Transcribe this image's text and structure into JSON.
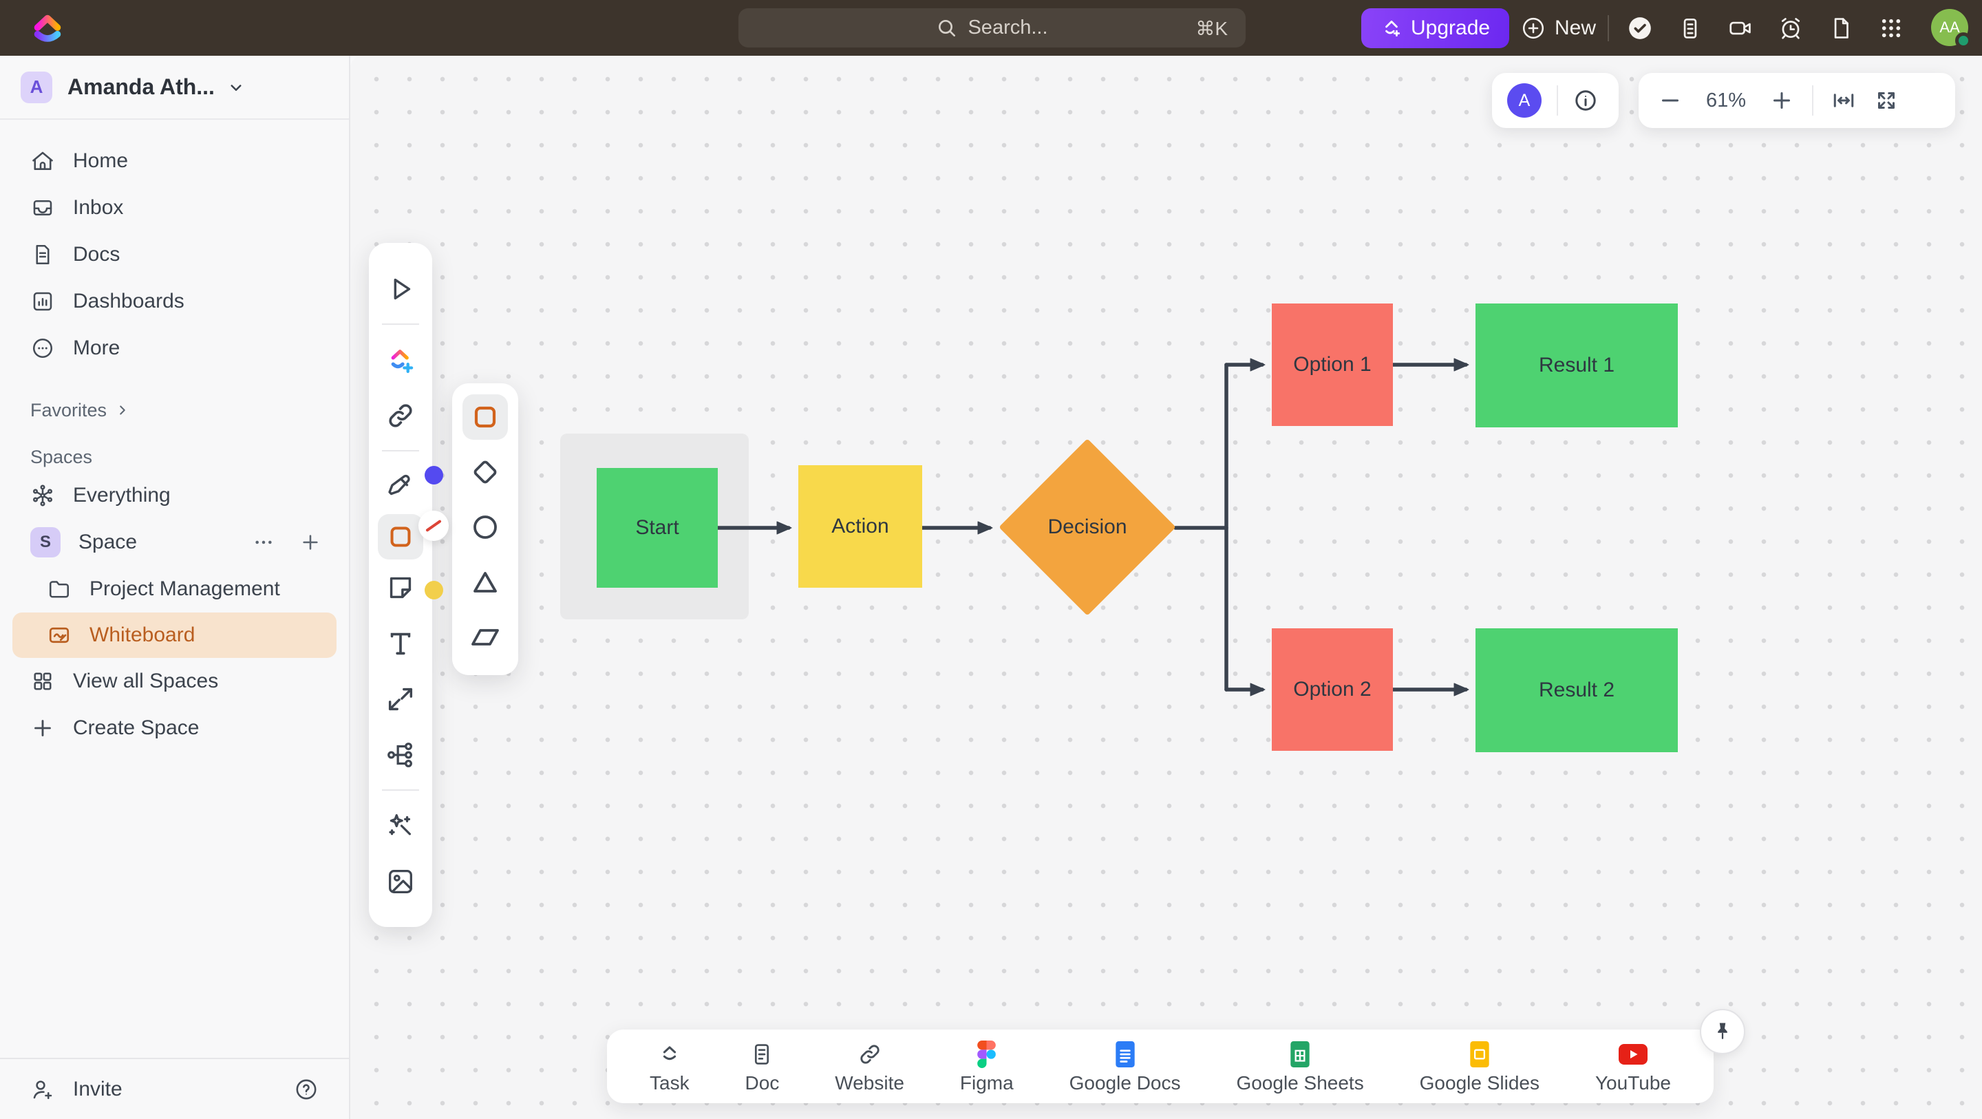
{
  "topbar": {
    "search": {
      "placeholder": "Search...",
      "shortcut": "⌘K"
    },
    "upgrade_label": "Upgrade",
    "new_label": "New",
    "avatar_initials": "AA"
  },
  "sidebar": {
    "workspace": {
      "initial": "A",
      "name": "Amanda Ath..."
    },
    "nav": [
      {
        "label": "Home"
      },
      {
        "label": "Inbox"
      },
      {
        "label": "Docs"
      },
      {
        "label": "Dashboards"
      },
      {
        "label": "More"
      }
    ],
    "favorites_label": "Favorites",
    "spaces_label": "Spaces",
    "everything_label": "Everything",
    "space": {
      "initial": "S",
      "name": "Space"
    },
    "space_children": [
      {
        "label": "Project Management",
        "active": false
      },
      {
        "label": "Whiteboard",
        "active": true
      }
    ],
    "view_all_label": "View all Spaces",
    "create_space_label": "Create Space",
    "invite_label": "Invite"
  },
  "canvas": {
    "zoom_level": "61%",
    "collaborator_initial": "A",
    "flowchart": {
      "nodes": [
        {
          "id": "start",
          "label": "Start",
          "shape": "rect",
          "color": "#4ed271"
        },
        {
          "id": "action",
          "label": "Action",
          "shape": "rect",
          "color": "#f8d94b"
        },
        {
          "id": "decision",
          "label": "Decision",
          "shape": "diamond",
          "color": "#f3a43e"
        },
        {
          "id": "option1",
          "label": "Option 1",
          "shape": "rect",
          "color": "#f87368"
        },
        {
          "id": "result1",
          "label": "Result 1",
          "shape": "rect",
          "color": "#4ed271"
        },
        {
          "id": "option2",
          "label": "Option 2",
          "shape": "rect",
          "color": "#f87368"
        },
        {
          "id": "result2",
          "label": "Result 2",
          "shape": "rect",
          "color": "#4ed271"
        }
      ],
      "edges": [
        [
          "start",
          "action"
        ],
        [
          "action",
          "decision"
        ],
        [
          "decision",
          "option1"
        ],
        [
          "decision",
          "option2"
        ],
        [
          "option1",
          "result1"
        ],
        [
          "option2",
          "result2"
        ]
      ]
    },
    "dock": [
      {
        "label": "Task"
      },
      {
        "label": "Doc"
      },
      {
        "label": "Website"
      },
      {
        "label": "Figma"
      },
      {
        "label": "Google Docs"
      },
      {
        "label": "Google Sheets"
      },
      {
        "label": "Google Slides"
      },
      {
        "label": "YouTube"
      }
    ]
  },
  "colors": {
    "topbar_bg": "#3d342c",
    "accent_purple": "#7b68ee",
    "whiteboard_active_bg": "#f8e3cd",
    "whiteboard_active_text": "#b95e20",
    "edge_color": "#3a424e",
    "selection_frame": "#e9e9ea",
    "avatar_green": "#86bd4f",
    "presence_purple": "#5b4cf0",
    "shape_tool_orange": "#d2631c"
  }
}
